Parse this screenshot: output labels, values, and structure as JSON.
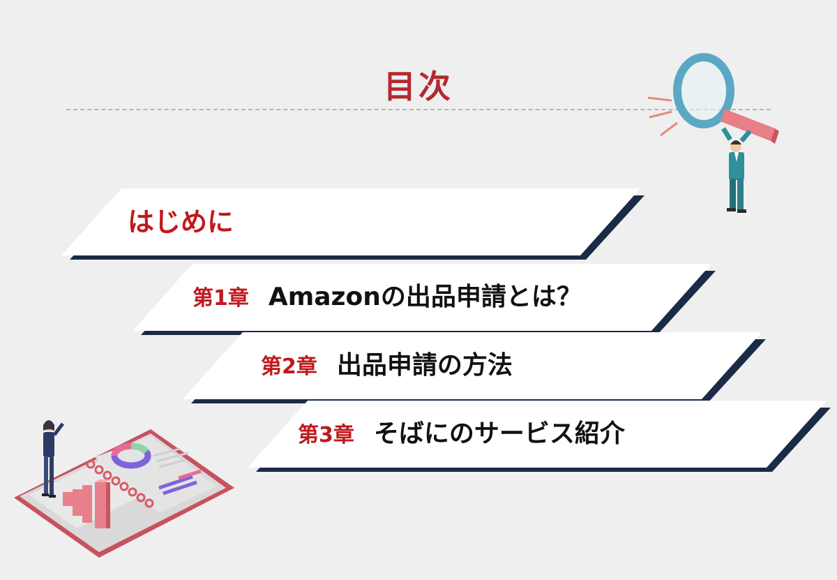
{
  "page": {
    "title": "目次",
    "accent_color": "#b22a2e",
    "band_shadow_color": "#1a2b45"
  },
  "toc": {
    "intro": "はじめに",
    "items": [
      {
        "chapter": "第1章",
        "title": "Amazonの出品申請とは？"
      },
      {
        "chapter": "第2章",
        "title": "出品申請の方法"
      },
      {
        "chapter": "第3章",
        "title": "そばにのサービス紹介"
      }
    ]
  },
  "illustrations": {
    "top_right": "magnifying-glass-businessman-icon",
    "bottom_left": "analytics-notebook-woman-icon"
  }
}
